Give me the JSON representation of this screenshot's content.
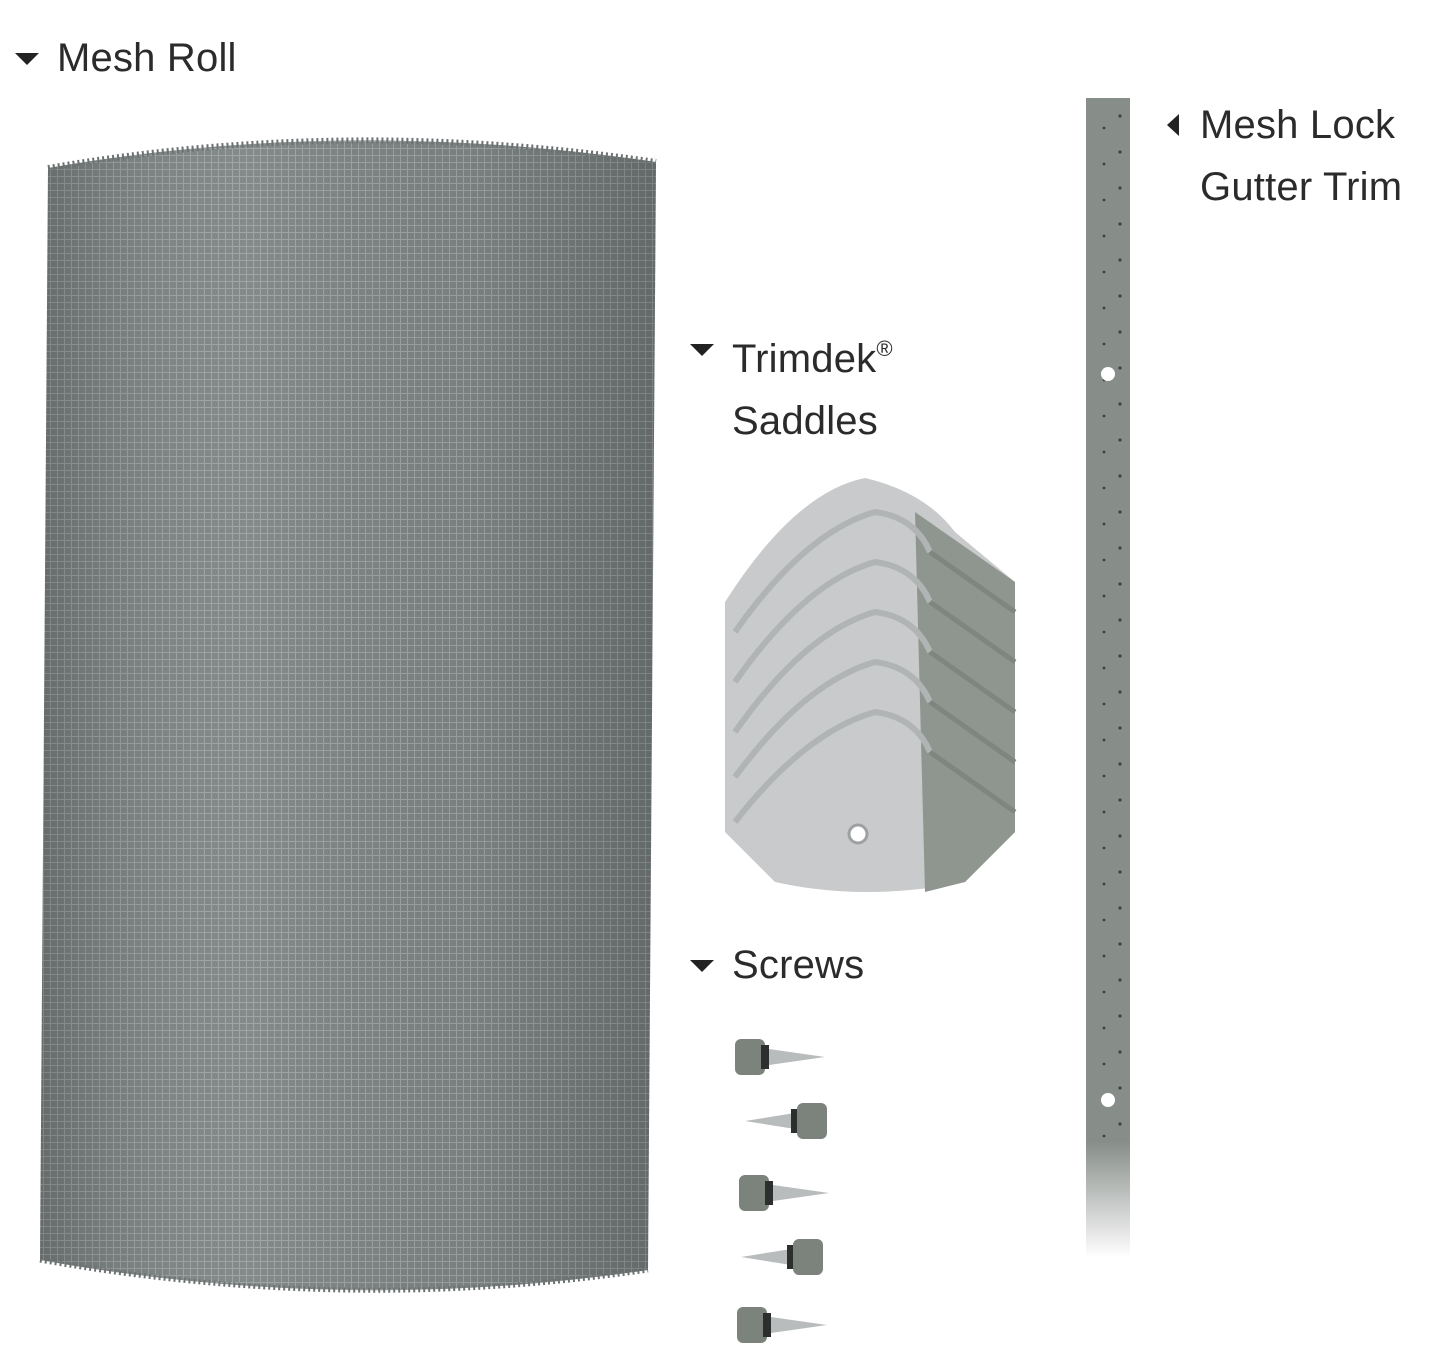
{
  "labels": {
    "mesh_roll": "Mesh Roll",
    "trimdek_line1": "Trimdek",
    "trimdek_mark": "®",
    "trimdek_line2": "Saddles",
    "screws": "Screws",
    "mesh_lock_line1": "Mesh Lock",
    "mesh_lock_line2": "Gutter Trim"
  },
  "icons": {
    "mesh_roll_caret": "caret-down-icon",
    "trimdek_caret": "caret-down-icon",
    "screws_caret": "caret-down-icon",
    "mesh_lock_caret": "caret-left-icon"
  },
  "colors": {
    "text": "#2b2b2b",
    "mesh": "#7a8080",
    "saddle_light": "#c9cbcc",
    "saddle_dark": "#8d948e",
    "strip": "#868d88",
    "screw_head": "#7c837d"
  }
}
